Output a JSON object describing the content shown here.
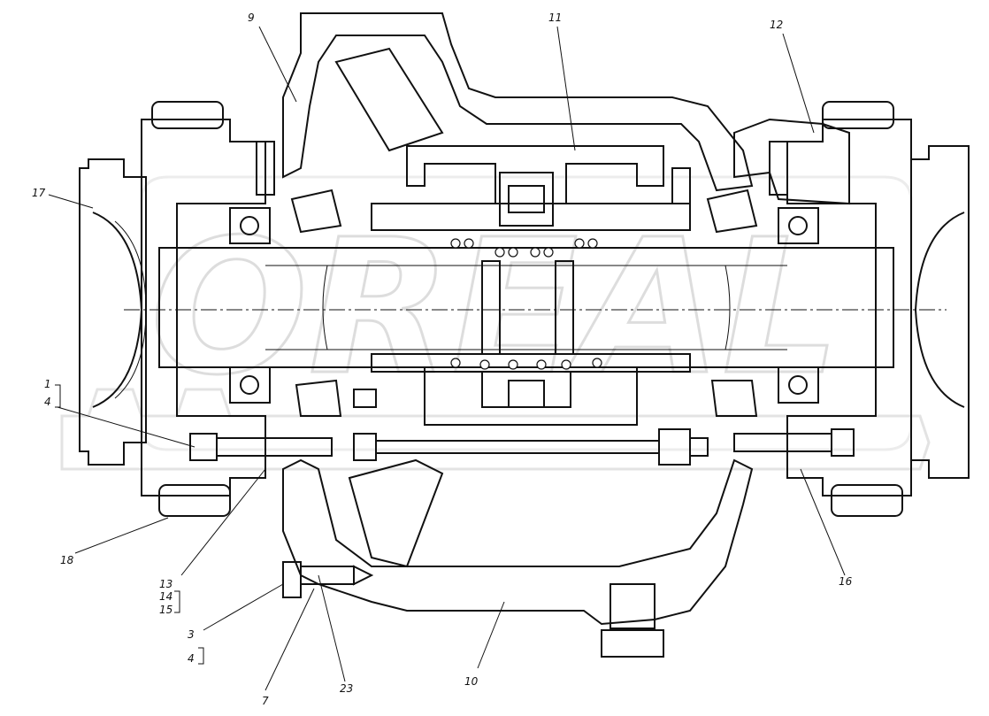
{
  "watermark": {
    "text": "OREAL"
  },
  "callouts": [
    {
      "key": "1",
      "label": "1"
    },
    {
      "key": "4a",
      "label": "4"
    },
    {
      "key": "3",
      "label": "3"
    },
    {
      "key": "4b",
      "label": "4"
    },
    {
      "key": "7",
      "label": "7"
    },
    {
      "key": "9",
      "label": "9"
    },
    {
      "key": "10",
      "label": "10"
    },
    {
      "key": "11",
      "label": "11"
    },
    {
      "key": "12",
      "label": "12"
    },
    {
      "key": "13",
      "label": "13"
    },
    {
      "key": "14",
      "label": "14"
    },
    {
      "key": "15",
      "label": "15"
    },
    {
      "key": "16",
      "label": "16"
    },
    {
      "key": "17",
      "label": "17"
    },
    {
      "key": "18",
      "label": "18"
    },
    {
      "key": "23",
      "label": "23"
    }
  ]
}
